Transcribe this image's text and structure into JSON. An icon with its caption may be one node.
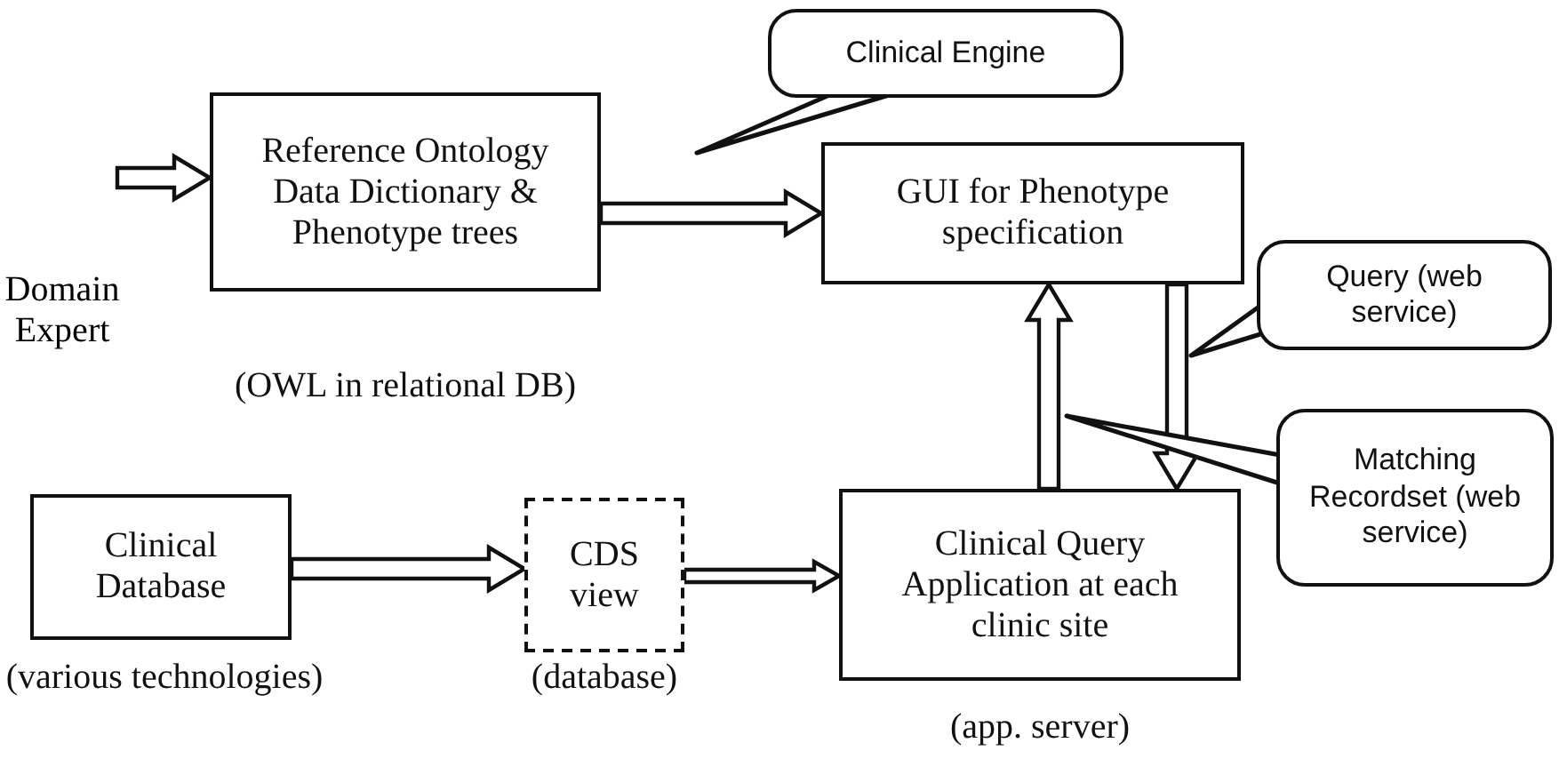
{
  "diagram": {
    "nodes": [
      {
        "text": [
          "Domain Expert"
        ]
      },
      {
        "text": [
          "Reference Ontology Data Dictionary & Phenotype trees"
        ],
        "beside": [
          "(OWL in relational DB)"
        ]
      },
      {
        "text": [
          "Clinical Engine"
        ]
      },
      {
        "text": [
          "GUI for Phenotype specification"
        ]
      },
      {
        "text": [
          "Query (web service)"
        ]
      },
      {
        "text": [
          "Clinical Database"
        ],
        "beside": [
          "(various technologies)"
        ]
      },
      {
        "text": [
          "CDS view"
        ],
        "beside": [
          "(database)"
        ]
      },
      {
        "text": [
          "Clinical Query Application at each clinic site"
        ],
        "beside": [
          "(app. server)"
        ]
      },
      {
        "text": [
          "Matching Recordset (web service)"
        ]
      }
    ],
    "edges": [
      {
        "from": 0,
        "to": 1,
        "arrow": "to"
      },
      {
        "from": 1,
        "to": 3,
        "arrow": "to"
      },
      {
        "from": 7,
        "to": 3,
        "arrow": "to"
      },
      {
        "from": 3,
        "to": 7,
        "arrow": "to"
      },
      {
        "from": 5,
        "to": 6,
        "arrow": "to"
      },
      {
        "from": 6,
        "to": 7,
        "arrow": "to"
      }
    ]
  }
}
